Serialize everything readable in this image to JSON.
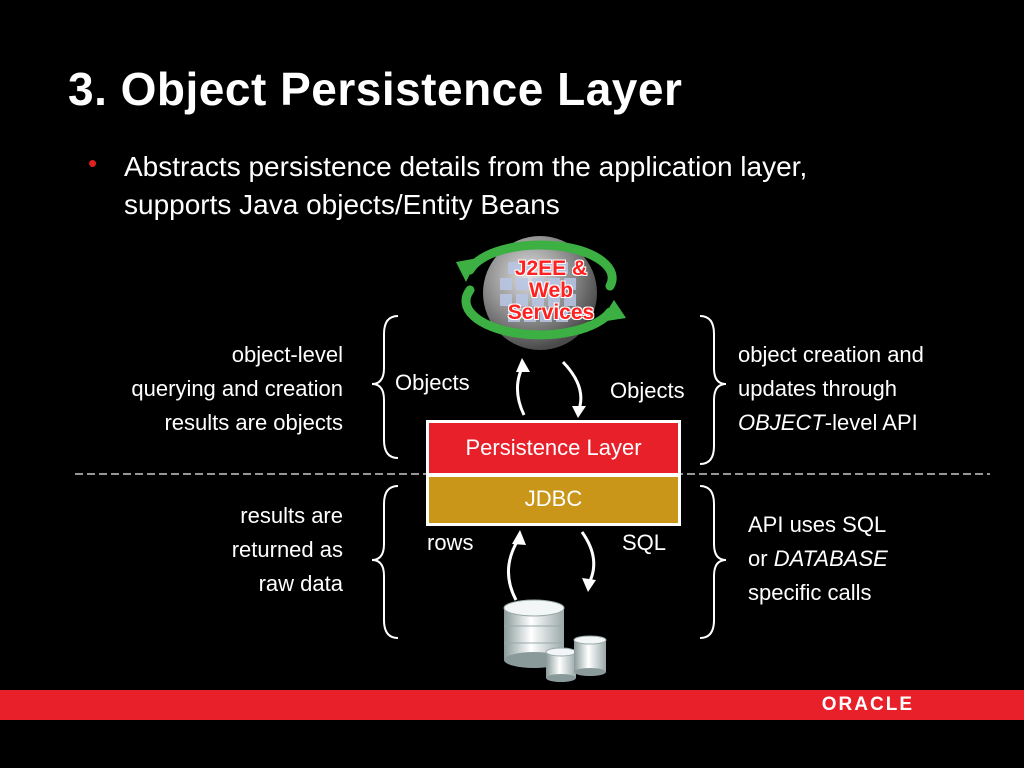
{
  "slide": {
    "title": "3. Object Persistence Layer",
    "bullet": {
      "marker": "•",
      "text": "Abstracts persistence details from the application layer, supports Java objects/Entity Beans"
    }
  },
  "diagram": {
    "top_component": {
      "label": "J2EE & Web Services",
      "lines": [
        "J2EE &",
        "Web",
        "Services"
      ]
    },
    "persistence_layer": "Persistence Layer",
    "jdbc": "JDBC",
    "objects_left": "Objects",
    "objects_right": "Objects",
    "rows": "rows",
    "sql": "SQL",
    "upper_left_note": [
      "object-level ",
      "querying and creation",
      "results are objects"
    ],
    "upper_right_note": {
      "line1": "object creation and",
      "line2": "updates through",
      "line3_em": "OBJECT",
      "line3_rest": "-level API"
    },
    "lower_left_note": [
      "results are",
      "returned as ",
      "raw data"
    ],
    "lower_right_note": {
      "line1": "API uses SQL",
      "line2_prefix": "or ",
      "line2_em": "DATABASE",
      "line3": "specific calls"
    },
    "icons": {
      "globe": "globe-icon",
      "database": "database-icon",
      "refresh": "refresh-arrows-icon"
    }
  },
  "footer": {
    "logo_text": "ORACLE",
    "bar_color": "#e8202a"
  },
  "colors": {
    "background": "#000000",
    "accent_red": "#e8202a",
    "jdbc_gold": "#c9961a",
    "arrow_green": "#3cb043"
  }
}
